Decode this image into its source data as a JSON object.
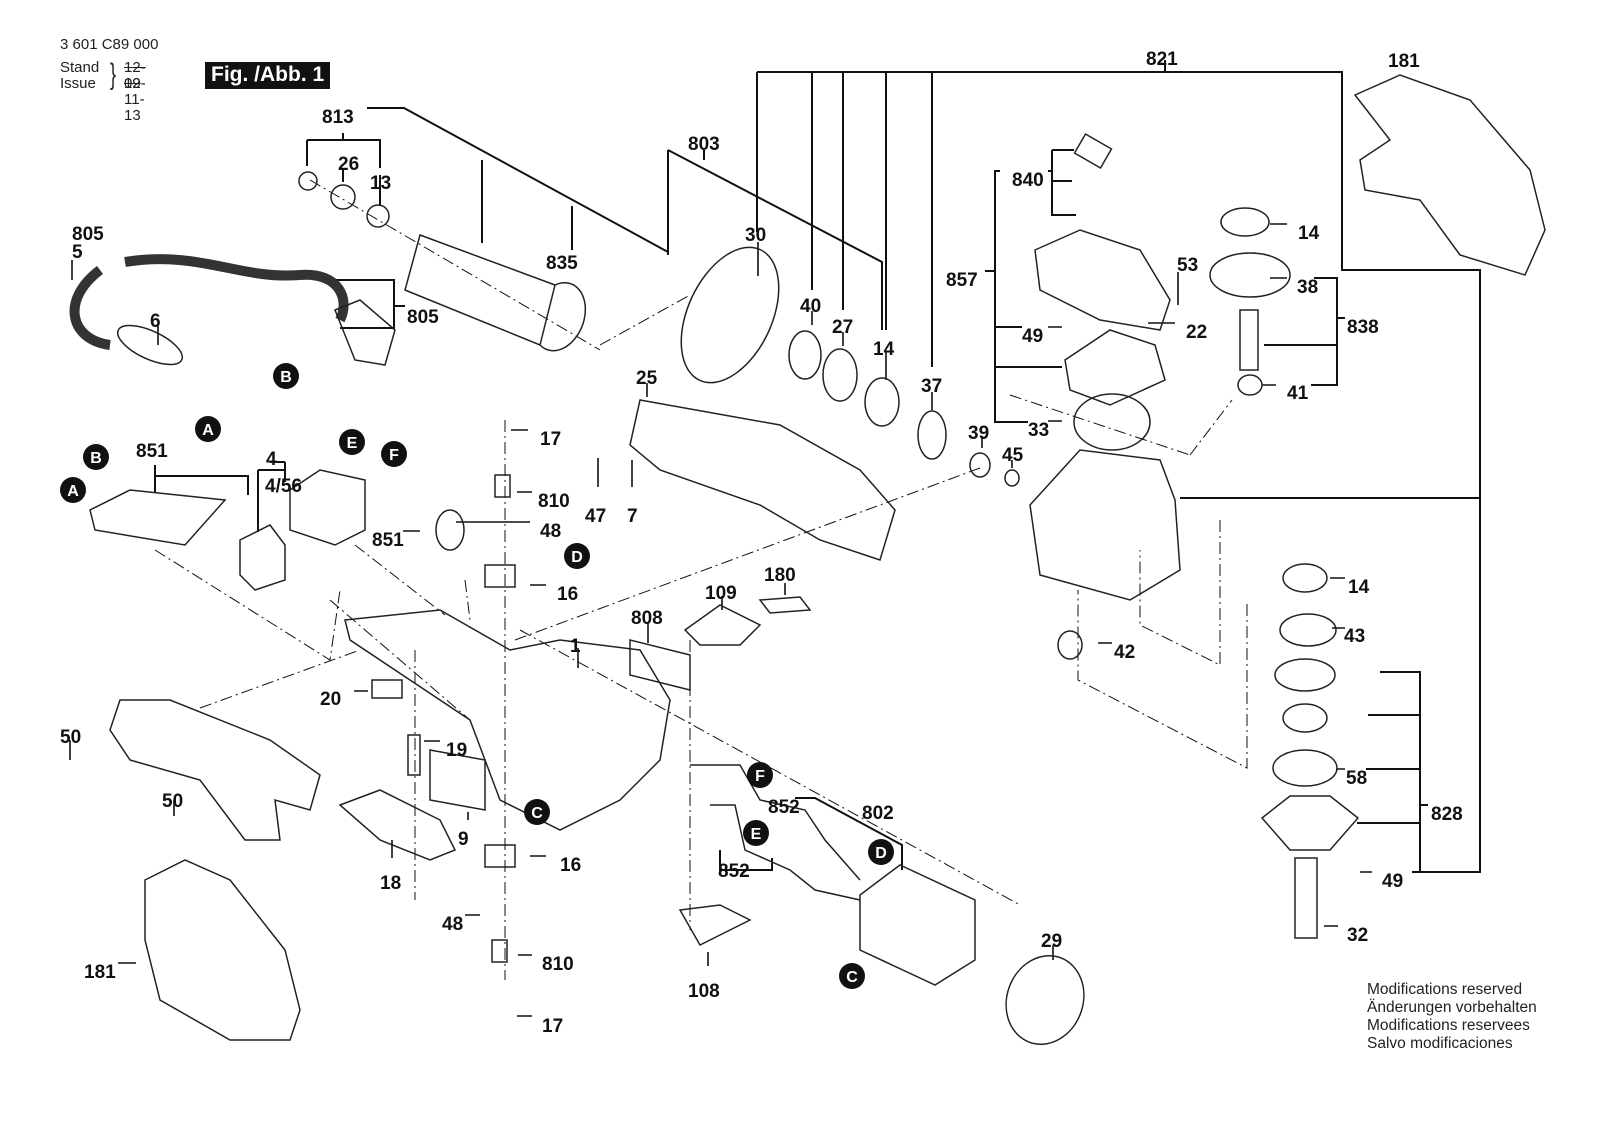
{
  "header": {
    "part_number": "3 601 C89 000",
    "stand_label": "Stand",
    "issue_label": "Issue",
    "stand_old_date": "12-09",
    "issue_date": "12-11-13",
    "figure_label": "Fig. /Abb. 1"
  },
  "footer": {
    "lines": [
      "Modifications reserved",
      "Änderungen vorbehalten",
      "Modifications reservees",
      "Salvo modificaciones"
    ]
  },
  "part_labels": [
    {
      "id": "813",
      "text": "813"
    },
    {
      "id": "26",
      "text": "26"
    },
    {
      "id": "13",
      "text": "13"
    },
    {
      "id": "835",
      "text": "835"
    },
    {
      "id": "803",
      "text": "803"
    },
    {
      "id": "805a",
      "text": "805"
    },
    {
      "id": "5",
      "text": "5"
    },
    {
      "id": "805b",
      "text": "805"
    },
    {
      "id": "6",
      "text": "6"
    },
    {
      "id": "4",
      "text": "4"
    },
    {
      "id": "4-56",
      "text": "4/56"
    },
    {
      "id": "851a",
      "text": "851"
    },
    {
      "id": "851b",
      "text": "851"
    },
    {
      "id": "17a",
      "text": "17"
    },
    {
      "id": "810a",
      "text": "810"
    },
    {
      "id": "48a",
      "text": "48"
    },
    {
      "id": "16a",
      "text": "16"
    },
    {
      "id": "47",
      "text": "47"
    },
    {
      "id": "7",
      "text": "7"
    },
    {
      "id": "25",
      "text": "25"
    },
    {
      "id": "30",
      "text": "30"
    },
    {
      "id": "40",
      "text": "40"
    },
    {
      "id": "27",
      "text": "27"
    },
    {
      "id": "14a",
      "text": "14"
    },
    {
      "id": "37",
      "text": "37"
    },
    {
      "id": "39",
      "text": "39"
    },
    {
      "id": "45",
      "text": "45"
    },
    {
      "id": "821",
      "text": "821"
    },
    {
      "id": "840",
      "text": "840"
    },
    {
      "id": "857",
      "text": "857"
    },
    {
      "id": "53",
      "text": "53"
    },
    {
      "id": "22",
      "text": "22"
    },
    {
      "id": "49a",
      "text": "49"
    },
    {
      "id": "33",
      "text": "33"
    },
    {
      "id": "181a",
      "text": "181"
    },
    {
      "id": "14b",
      "text": "14"
    },
    {
      "id": "38",
      "text": "38"
    },
    {
      "id": "838",
      "text": "838"
    },
    {
      "id": "41",
      "text": "41"
    },
    {
      "id": "14c",
      "text": "14"
    },
    {
      "id": "43",
      "text": "43"
    },
    {
      "id": "42",
      "text": "42"
    },
    {
      "id": "58",
      "text": "58"
    },
    {
      "id": "828",
      "text": "828"
    },
    {
      "id": "49b",
      "text": "49"
    },
    {
      "id": "32",
      "text": "32"
    },
    {
      "id": "180",
      "text": "180"
    },
    {
      "id": "109",
      "text": "109"
    },
    {
      "id": "808",
      "text": "808"
    },
    {
      "id": "1",
      "text": "1"
    },
    {
      "id": "20",
      "text": "20"
    },
    {
      "id": "19",
      "text": "19"
    },
    {
      "id": "9",
      "text": "9"
    },
    {
      "id": "50a",
      "text": "50"
    },
    {
      "id": "50b",
      "text": "50"
    },
    {
      "id": "18",
      "text": "18"
    },
    {
      "id": "16b",
      "text": "16"
    },
    {
      "id": "48b",
      "text": "48"
    },
    {
      "id": "810b",
      "text": "810"
    },
    {
      "id": "17b",
      "text": "17"
    },
    {
      "id": "181b",
      "text": "181"
    },
    {
      "id": "852a",
      "text": "852"
    },
    {
      "id": "852b",
      "text": "852"
    },
    {
      "id": "802",
      "text": "802"
    },
    {
      "id": "108",
      "text": "108"
    },
    {
      "id": "29",
      "text": "29"
    }
  ],
  "connector_markers": [
    {
      "id": "B1",
      "text": "B"
    },
    {
      "id": "A1",
      "text": "A"
    },
    {
      "id": "B2",
      "text": "B"
    },
    {
      "id": "A2",
      "text": "A"
    },
    {
      "id": "E1",
      "text": "E"
    },
    {
      "id": "F1",
      "text": "F"
    },
    {
      "id": "D1",
      "text": "D"
    },
    {
      "id": "C1",
      "text": "C"
    },
    {
      "id": "F2",
      "text": "F"
    },
    {
      "id": "E2",
      "text": "E"
    },
    {
      "id": "D2",
      "text": "D"
    },
    {
      "id": "C2",
      "text": "C"
    }
  ]
}
